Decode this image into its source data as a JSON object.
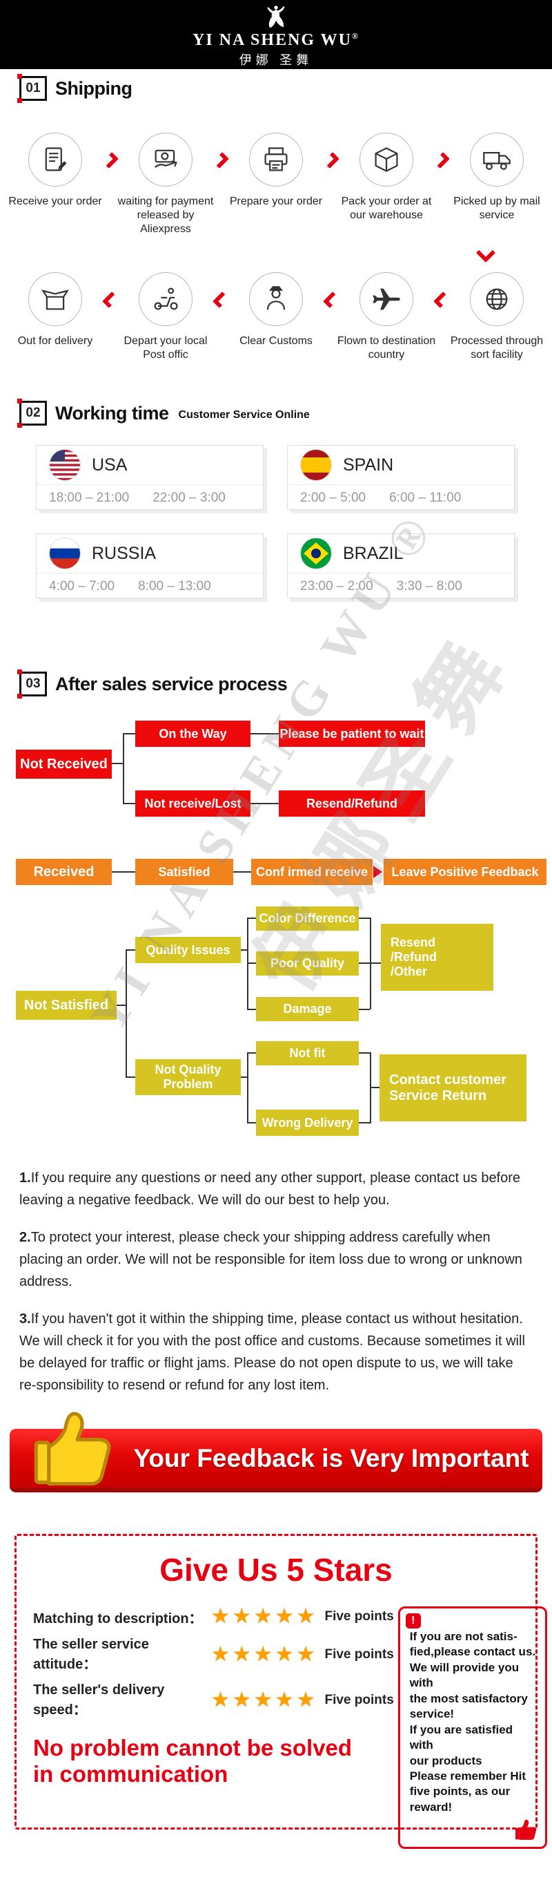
{
  "header": {
    "brand": "YI NA SHENG WU",
    "reg": "®",
    "brand_cn": "伊娜 圣舞"
  },
  "watermark": {
    "line1": "YI NA SHENG WU ®",
    "line2": "伊娜圣舞"
  },
  "section1": {
    "num": "01",
    "title": "Shipping"
  },
  "section2": {
    "num": "02",
    "title": "Working time",
    "subtitle": "Customer Service Online"
  },
  "section3": {
    "num": "03",
    "title": "After sales service process"
  },
  "shipping": {
    "row1": [
      {
        "icon": "order-form-icon",
        "label": "Receive your order"
      },
      {
        "icon": "payment-icon",
        "label": "waiting for payment released by Aliexpress"
      },
      {
        "icon": "printer-icon",
        "label": "Prepare your order"
      },
      {
        "icon": "package-box-icon",
        "label": "Pack your order at our warehouse"
      },
      {
        "icon": "mail-truck-icon",
        "label": "Picked up by mail service"
      }
    ],
    "row2": [
      {
        "icon": "open-box-icon",
        "label": "Out for delivery"
      },
      {
        "icon": "courier-scooter-icon",
        "label": "Depart your local Post offic"
      },
      {
        "icon": "customs-officer-icon",
        "label": "Clear Customs"
      },
      {
        "icon": "airplane-icon",
        "label": "Flown to destination country"
      },
      {
        "icon": "globe-icon",
        "label": "Processed through sort facility"
      }
    ]
  },
  "working_time": {
    "cards": [
      {
        "country": "USA",
        "time1": "18:00 – 21:00",
        "time2": "22:00 – 3:00"
      },
      {
        "country": "SPAIN",
        "time1": "2:00 – 5:00",
        "time2": "6:00 – 11:00"
      },
      {
        "country": "RUSSIA",
        "time1": "4:00 – 7:00",
        "time2": "8:00 – 13:00"
      },
      {
        "country": "BRAZIL",
        "time1": "23:00 – 2:00",
        "time2": "3:30 – 8:00"
      }
    ]
  },
  "flow": {
    "not_received": "Not Received",
    "on_the_way": "On the Way",
    "be_patient": "Please be patient to wait",
    "not_receive_lost": "Not receive/Lost",
    "resend_refund": "Resend/Refund",
    "received": "Received",
    "satisfied": "Satisfied",
    "confirmed_receive": "Conf irmed receive",
    "leave_feedback": "Leave Positive Feedback",
    "not_satisfied": "Not Satisfied",
    "quality_issues": "Quality Issues",
    "color_difference": "Color Difference",
    "poor_quality": "Poor Quality",
    "damage": "Damage",
    "resend_refund_other": "Resend\n/Refund\n/Other",
    "not_quality_problem": "Not Quality\nProblem",
    "not_fit": "Not fit",
    "wrong_delivery": "Wrong Delivery",
    "contact_return": "Contact customer\nService Return"
  },
  "notes": [
    {
      "num": "1.",
      "text": "If you require any questions or need any other support, please contact us before leaving a negative feedback. We will do our best to help you."
    },
    {
      "num": "2.",
      "text": "To protect your interest, please check your shipping address carefully when placing an order. We will not be responsible for item loss due to wrong or unknown address."
    },
    {
      "num": "3.",
      "text": "If you haven't got it within the shipping time, please contact us without hesitation. We will check it for you with the post office and customs. Because sometimes it will be delayed for traffic or flight jams. Please do not open dispute to us, we will take re-sponsibility to resend or refund for any lost item."
    }
  ],
  "banner": {
    "text": "Your Feedback is Very Important"
  },
  "stars_section": {
    "title": "Give Us 5 Stars",
    "rows": [
      {
        "label": "Matching to description：",
        "stars": "★★★★★",
        "points": "Five points"
      },
      {
        "label": "The seller service attitude：",
        "stars": "★★★★★",
        "points": "Five points"
      },
      {
        "label": "The seller's delivery speed：",
        "stars": "★★★★★",
        "points": "Five points"
      }
    ],
    "slogan": "No problem cannot be solved\nin communication",
    "note_mark": "!",
    "note": "If you are not satis-\nfied,please contact us.\nWe will provide you with\nthe most satisfactory\nservice!\nIf you are satisfied with\nour products\nPlease remember Hit\nfive points, as our\nreward!",
    "colors": {
      "accent_red": "#e60012",
      "star_orange": "#ff9f00",
      "flow_orange": "#f0831e",
      "flow_yellow": "#d6c422"
    }
  }
}
